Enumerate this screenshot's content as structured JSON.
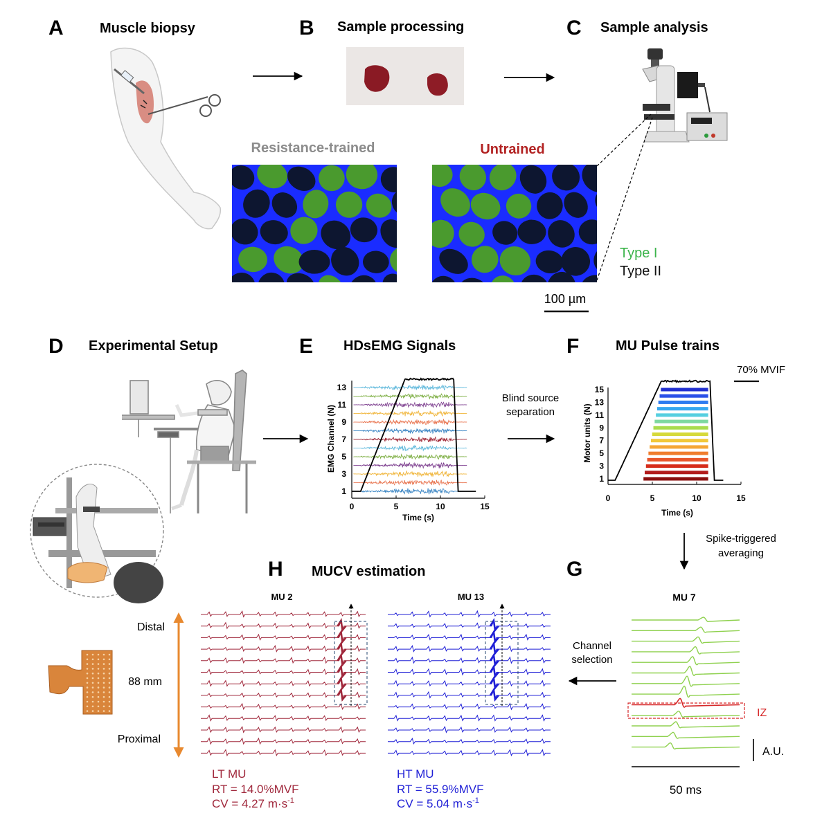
{
  "panels": {
    "A": {
      "letter": "A",
      "title": "Muscle biopsy"
    },
    "B": {
      "letter": "B",
      "title": "Sample processing"
    },
    "C": {
      "letter": "C",
      "title": "Sample analysis"
    },
    "D": {
      "letter": "D",
      "title": "Experimental Setup"
    },
    "E": {
      "letter": "E",
      "title": "HDsEMG Signals"
    },
    "F": {
      "letter": "F",
      "title": "MU Pulse trains"
    },
    "G": {
      "letter": "G"
    },
    "H": {
      "letter": "H",
      "title": "MUCV estimation"
    }
  },
  "histology": {
    "trained_label": "Resistance-trained",
    "untrained_label": "Untrained",
    "type1_label": "Type I",
    "type2_label": "Type II",
    "scale_label": "100 µm",
    "colors": {
      "trained": "#8c8c8c",
      "untrained": "#b22222",
      "type1": "#3cb44b",
      "fiber_border": "#1a2cff",
      "fiber_type2": "#0d1630",
      "fiber_type1": "#4a9a2e"
    }
  },
  "steps": {
    "bss": [
      "Blind source",
      "separation"
    ],
    "sta": [
      "Spike-triggered",
      "averaging"
    ],
    "channel_selection": [
      "Channel",
      "selection"
    ]
  },
  "emg_chart": {
    "ylabel": "EMG Channel (N)",
    "xlabel": "Time (s)",
    "yticks": [
      "1",
      "3",
      "5",
      "7",
      "9",
      "11",
      "13"
    ],
    "xticks": [
      "0",
      "5",
      "10",
      "15"
    ]
  },
  "mu_chart": {
    "ylabel": "Motor units (N)",
    "xlabel": "Time (s)",
    "yticks": [
      "1",
      "3",
      "5",
      "7",
      "9",
      "11",
      "13",
      "15"
    ],
    "xticks": [
      "0",
      "5",
      "10",
      "15"
    ],
    "scale_label": "70% MVIF"
  },
  "sta": {
    "title": "MU 7",
    "iz_label": "IZ",
    "au_label": "A.U.",
    "time_label": "50 ms",
    "colors": {
      "trace": "#8fd14f",
      "iz": "#d62728"
    }
  },
  "mucv": {
    "mu2_title": "MU 2",
    "mu13_title": "MU 13",
    "distal": "Distal",
    "electrode_len": "88 mm",
    "proximal": "Proximal",
    "lt": {
      "type": "LT MU",
      "rt": "RT = 14.0%MVF",
      "cv": "CV = 4.27 m·s",
      "cv_exp": "-1"
    },
    "ht": {
      "type": "HT MU",
      "rt": "RT = 55.9%MVF",
      "cv": "CV = 5.04 m·s",
      "cv_exp": "-1"
    },
    "colors": {
      "lt": "#a0283c",
      "ht": "#1f1fd6",
      "arrow": "#e8892f"
    }
  }
}
